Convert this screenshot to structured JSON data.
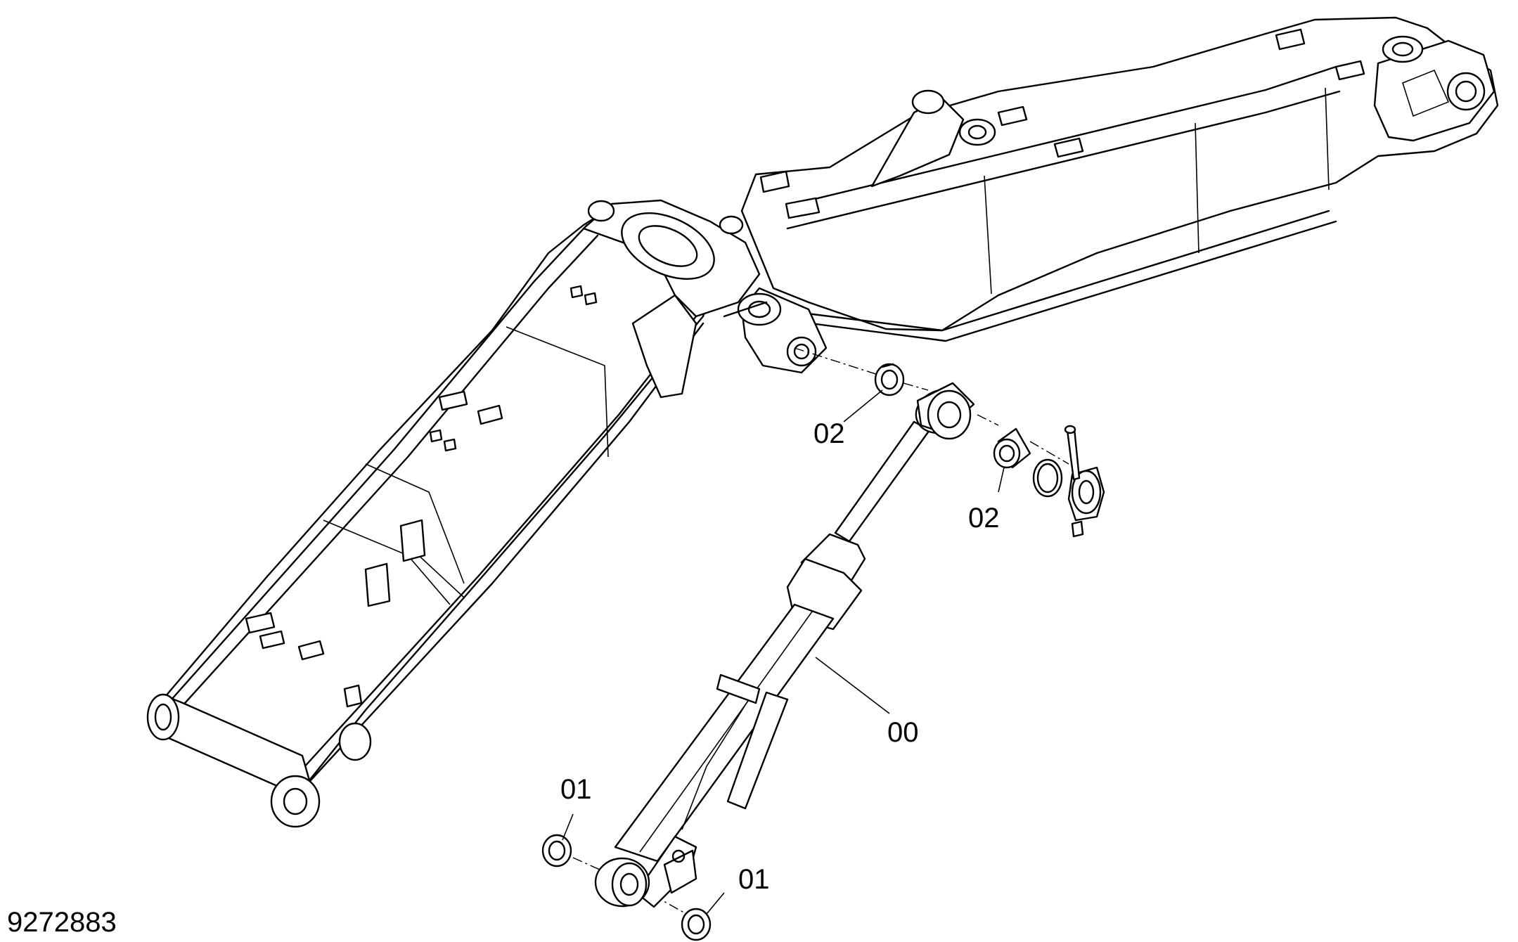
{
  "drawing_number": "9272883",
  "callouts": [
    {
      "id": "00",
      "label": "00"
    },
    {
      "id": "01a",
      "label": "01"
    },
    {
      "id": "01b",
      "label": "01"
    },
    {
      "id": "02a",
      "label": "02"
    },
    {
      "id": "02b",
      "label": "02"
    }
  ]
}
